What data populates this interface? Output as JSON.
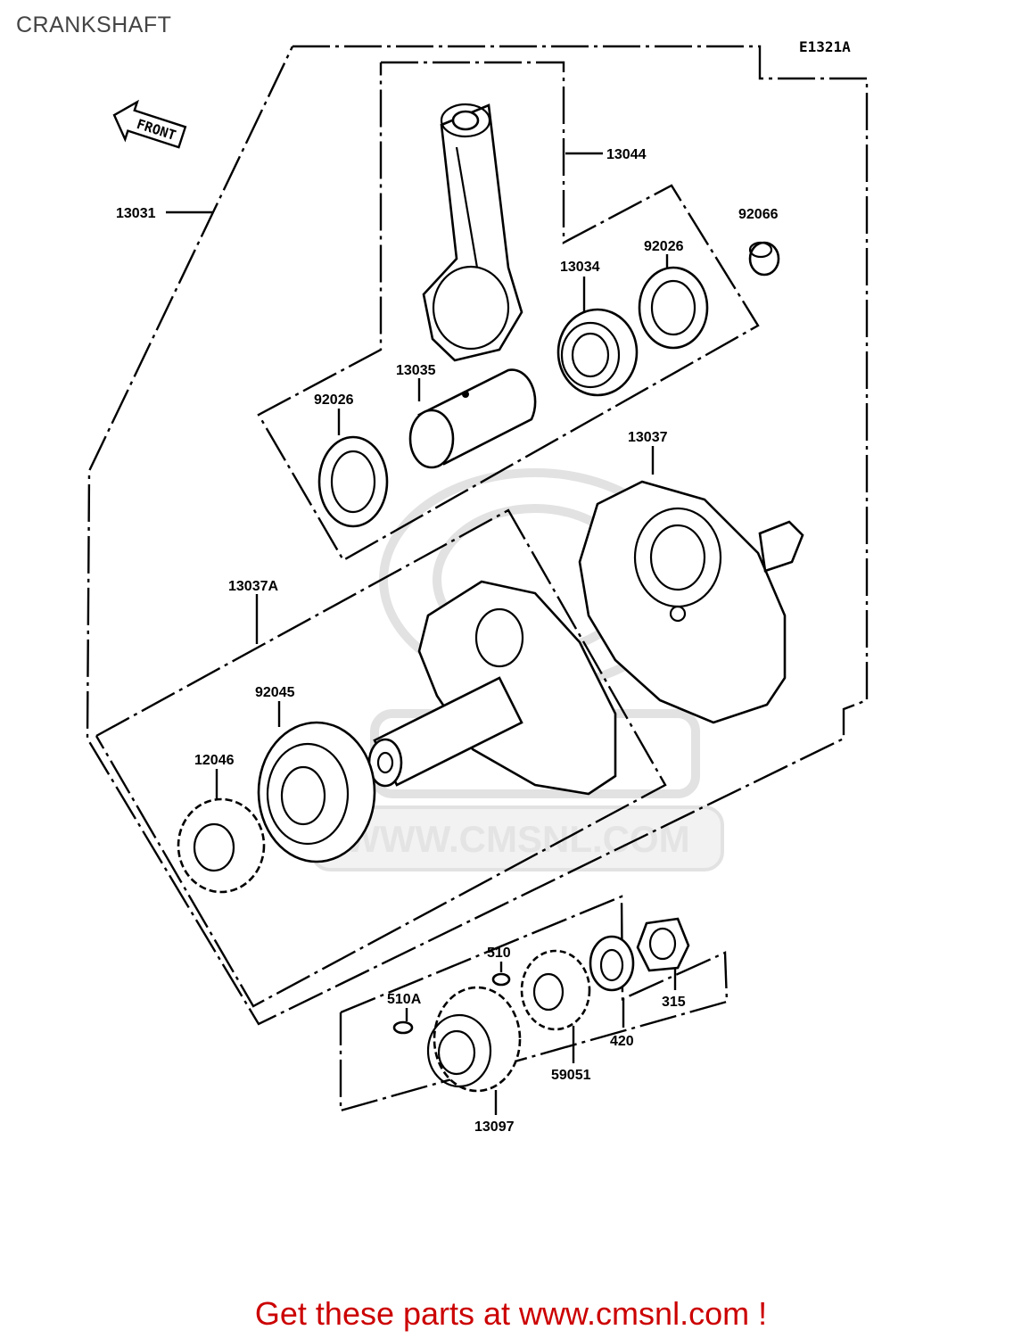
{
  "header": {
    "title": "CRANKSHAFT",
    "ref_code": "E1321A"
  },
  "front_tag": "FRONT",
  "watermark": "WWW.CMSNL.COM",
  "callouts": [
    {
      "id": "c13031",
      "text": "13031"
    },
    {
      "id": "c13044",
      "text": "13044"
    },
    {
      "id": "c92066",
      "text": "92066"
    },
    {
      "id": "c92026a",
      "text": "92026"
    },
    {
      "id": "c13034",
      "text": "13034"
    },
    {
      "id": "c13035",
      "text": "13035"
    },
    {
      "id": "c92026b",
      "text": "92026"
    },
    {
      "id": "c13037",
      "text": "13037"
    },
    {
      "id": "c13037A",
      "text": "13037A"
    },
    {
      "id": "c92045",
      "text": "92045"
    },
    {
      "id": "c12046",
      "text": "12046"
    },
    {
      "id": "c510",
      "text": "510"
    },
    {
      "id": "c510A",
      "text": "510A"
    },
    {
      "id": "c315",
      "text": "315"
    },
    {
      "id": "c420",
      "text": "420"
    },
    {
      "id": "c59051",
      "text": "59051"
    },
    {
      "id": "c13097",
      "text": "13097"
    }
  ],
  "footer": {
    "text": "Get these parts at www.cmsnl.com !"
  },
  "colors": {
    "footer": "#cc0000",
    "title": "#444444",
    "watermark": "#e2e2e2"
  }
}
